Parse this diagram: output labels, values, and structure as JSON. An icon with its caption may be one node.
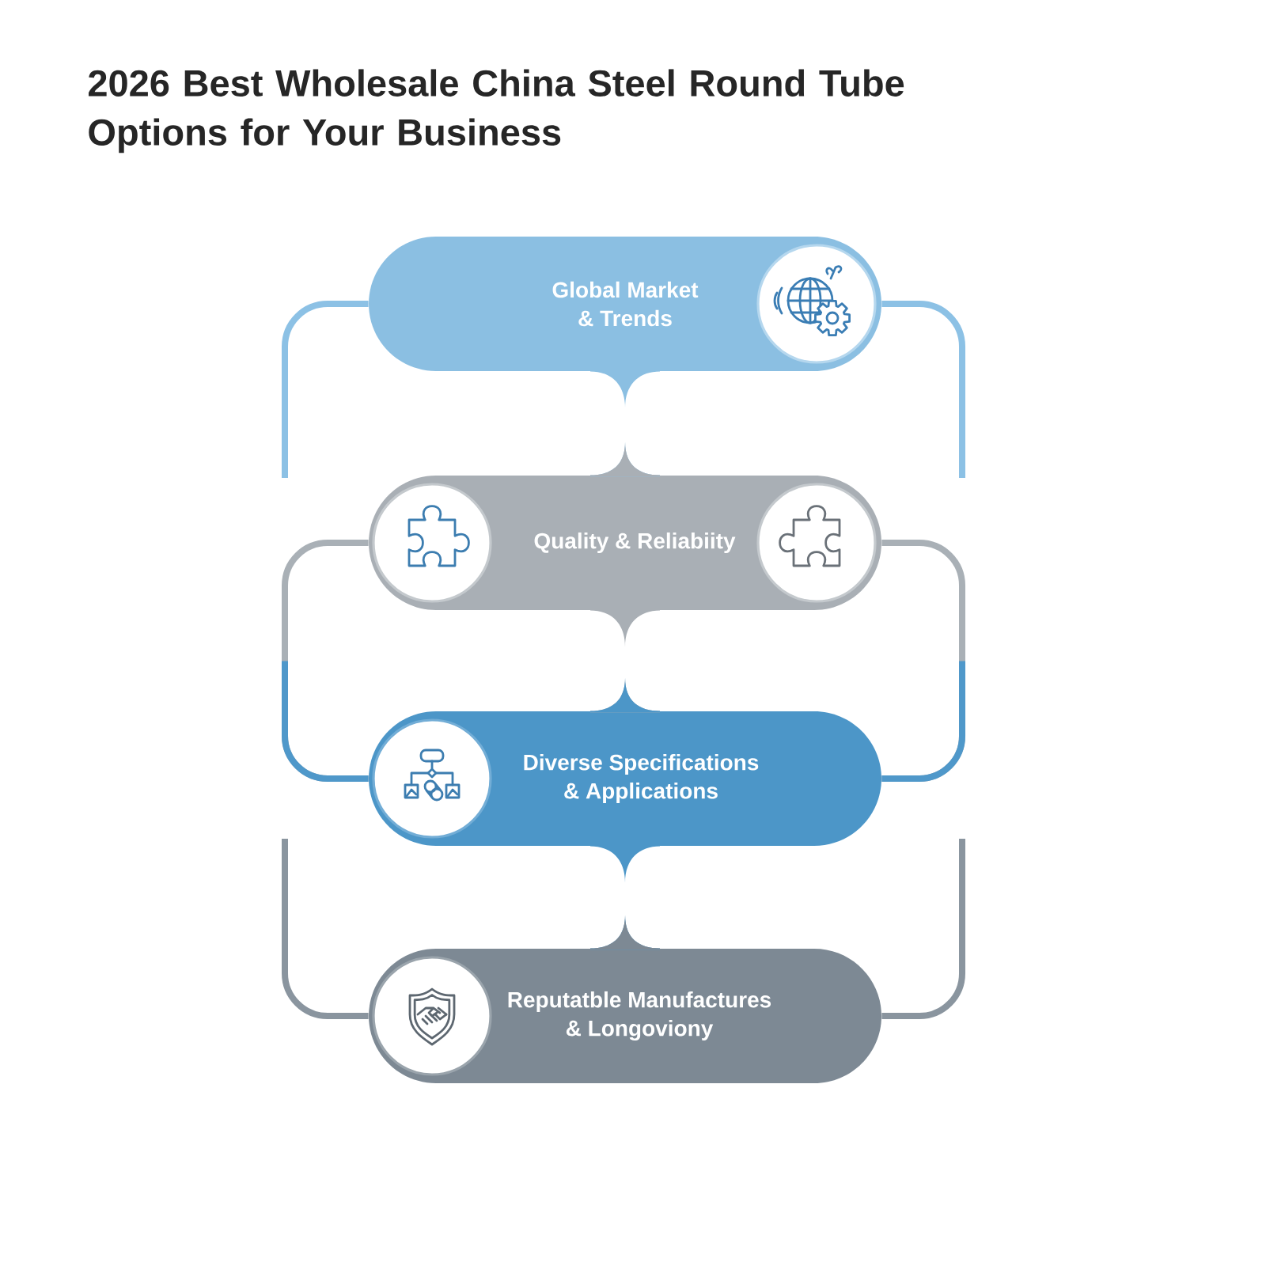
{
  "diagram": {
    "title": "2026 Best Wholesale China Steel Round Tube Options for Your Business",
    "nodes": [
      {
        "text": [
          "Global Market & Trends"
        ]
      },
      {
        "text": [
          "Quality & Reliabiity"
        ]
      },
      {
        "text": [
          "Diverse Specifications & Applications"
        ]
      },
      {
        "text": [
          "Reputatble Manufactures & Longoviony"
        ]
      }
    ],
    "edges": [
      {
        "from": 0,
        "to": null,
        "arrow": "none"
      },
      {
        "from": 0,
        "to": null,
        "arrow": "none"
      },
      {
        "from": 0,
        "to": 1,
        "arrow": "none"
      },
      {
        "from": 1,
        "to": 2,
        "arrow": "none"
      },
      {
        "from": 1,
        "to": 2,
        "arrow": "none"
      },
      {
        "from": 1,
        "to": 2,
        "arrow": "none"
      },
      {
        "from": 2,
        "to": 3,
        "arrow": "none"
      },
      {
        "from": null,
        "to": 3,
        "arrow": "none"
      },
      {
        "from": null,
        "to": 3,
        "arrow": "none"
      }
    ]
  }
}
